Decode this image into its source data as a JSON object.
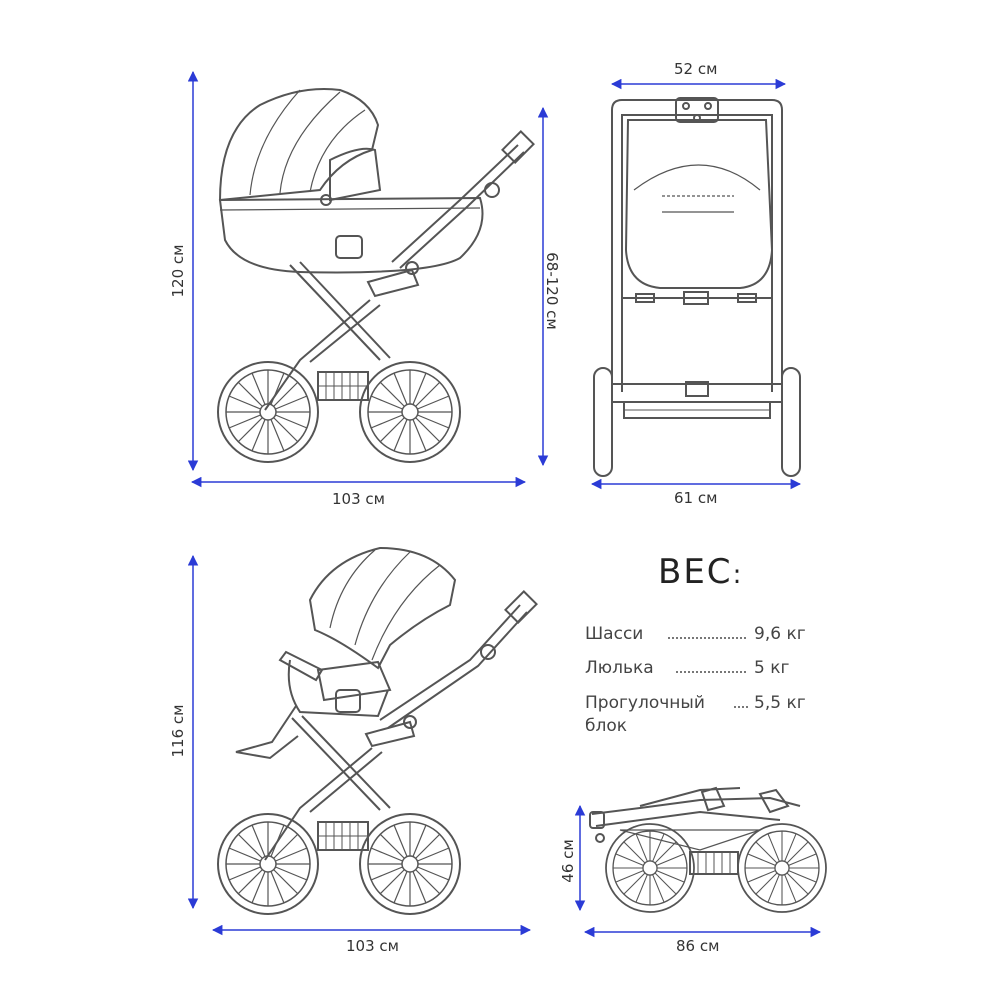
{
  "colors": {
    "dimension": "#2b3bd6",
    "line": "#555555",
    "text": "#333333"
  },
  "dims": {
    "side_height": "120 см",
    "handle_height": "68-120 см",
    "side_length": "103 см",
    "front_top_width": "52 см",
    "front_width": "61 см",
    "stroller_height": "116 см",
    "stroller_length": "103 см",
    "folded_height": "46 см",
    "folded_length": "86 см"
  },
  "weight": {
    "title": "ВЕС",
    "rows": [
      {
        "label": "Шасси",
        "value": "9,6 кг"
      },
      {
        "label": "Люлька",
        "value": "5 кг"
      },
      {
        "label": "Прогулочный",
        "label2": "блок",
        "value": "5,5 кг"
      }
    ]
  }
}
